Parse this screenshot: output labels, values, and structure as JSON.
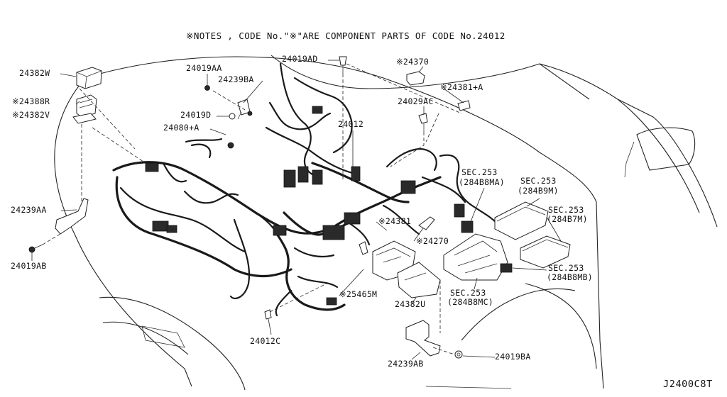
{
  "diagram": {
    "note": "※NOTES , CODE No.\"※\"ARE COMPONENT PARTS  OF CODE No.24012",
    "diagram_code": "J2400C8T",
    "labels": {
      "p24382W": "24382W",
      "p24388R": "※24388R",
      "p24382V": "※24382V",
      "p24239AA": "24239AA",
      "p24019AB": "24019AB",
      "p24019AA": "24019AA",
      "p24239BA": "24239BA",
      "p24019D": "24019D",
      "p24080A": "24080+A",
      "p24019AD": "24019AD",
      "p24012": "24012",
      "p24370": "※24370",
      "p24381A": "※24381+A",
      "p24029AC": "24029AC",
      "sec253_a_1": "SEC.253",
      "sec253_a_2": "(284B8MA)",
      "sec253_b_1": "SEC.253",
      "sec253_b_2": "(284B9M)",
      "sec253_c_1": "SEC.253",
      "sec253_c_2": "(284B7M)",
      "sec253_d_1": "SEC.253",
      "sec253_d_2": "(284B8MB)",
      "sec253_e_1": "SEC.253",
      "sec253_e_2": "(284B8MC)",
      "p24381": "※24381",
      "p24270": "※24270",
      "p25465M": "※25465M",
      "p24382U": "24382U",
      "p24012C": "24012C",
      "p24239AB": "24239AB",
      "p24019BA": "24019BA"
    }
  }
}
